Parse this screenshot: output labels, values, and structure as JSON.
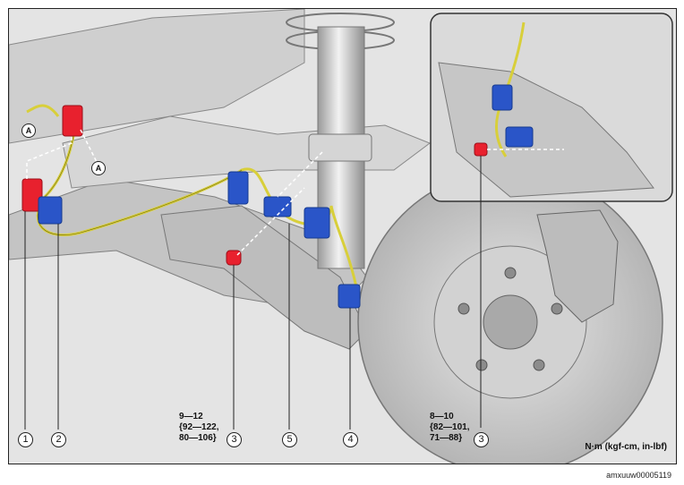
{
  "torque_specs": {
    "left": "9—12\n{92—122,\n80—106}",
    "right": "8—10\n{82—101,\n71—88}"
  },
  "units_note": "N·m (kgf-cm, in-lbf)",
  "figure_code": "amxuuw00005119",
  "callouts": {
    "c1": "1",
    "c2": "2",
    "c3_left": "3",
    "c5": "5",
    "c4": "4",
    "c3_right": "3"
  },
  "connector_letter": "A",
  "colors": {
    "connector_red": "#e8212e",
    "clip_blue": "#2a55c8",
    "wire_yellow": "#d8cf3a",
    "part_gray": "#c9c9c9"
  }
}
